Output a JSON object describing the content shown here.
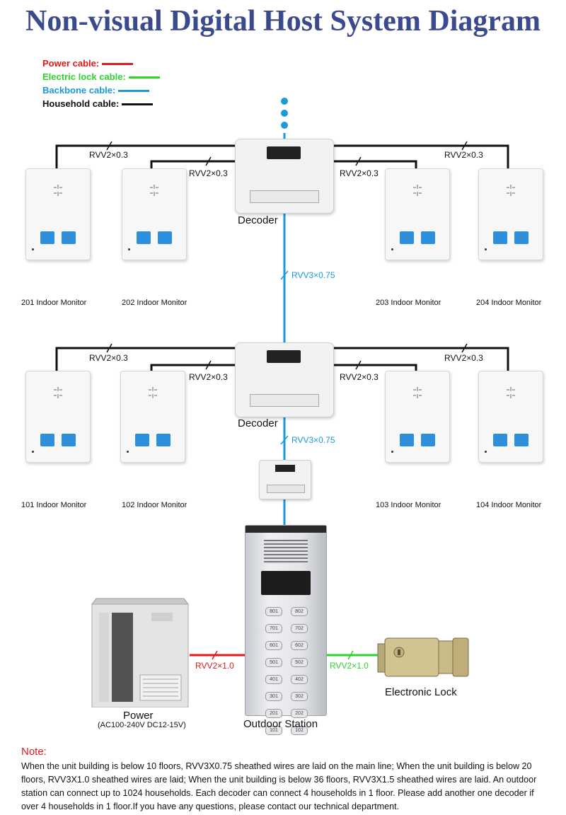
{
  "title": "Non-visual Digital Host System Diagram",
  "legend": [
    {
      "label": "Power cable:",
      "color": "#e01a1a"
    },
    {
      "label": "Electric lock cable:",
      "color": "#2ad62a"
    },
    {
      "label": "Backbone cable:",
      "color": "#1a9bd7"
    },
    {
      "label": "Household cable:",
      "color": "#111111"
    }
  ],
  "cable_labels": {
    "household": "RVV2×0.3",
    "backbone": "RVV3×0.75",
    "power": "RVV2×1.0",
    "lock": "RVV2×1.0"
  },
  "decoder_label": "Decoder",
  "upper_monitors": [
    "201 Indoor Monitor",
    "202 Indoor Monitor",
    "203 Indoor Monitor",
    "204 Indoor Monitor"
  ],
  "lower_monitors": [
    "101 Indoor Monitor",
    "102 Indoor Monitor",
    "103 Indoor Monitor",
    "104 Indoor Monitor"
  ],
  "power": {
    "label": "Power",
    "spec": "(AC100-240V DC12-15V)"
  },
  "outdoor_station": {
    "label": "Outdoor Station",
    "keys": [
      "801",
      "802",
      "701",
      "702",
      "601",
      "602",
      "501",
      "502",
      "401",
      "402",
      "301",
      "302",
      "201",
      "202",
      "101",
      "102"
    ]
  },
  "electronic_lock": "Electronic Lock",
  "note": {
    "heading": "Note:",
    "text": "When the unit building is below 10 floors, RVV3X0.75 sheathed wires are laid on the main line; When the unit building is below 20 floors, RVV3X1.0 sheathed wires are laid; When the unit building is below 36 floors, RVV3X1.5 sheathed wires are laid. An outdoor station can connect up to 1024 households. Each decoder can connect 4 households in 1 floor. Please add another one decoder if over 4 households in 1 floor.If you have any questions, please contact our technical department."
  }
}
